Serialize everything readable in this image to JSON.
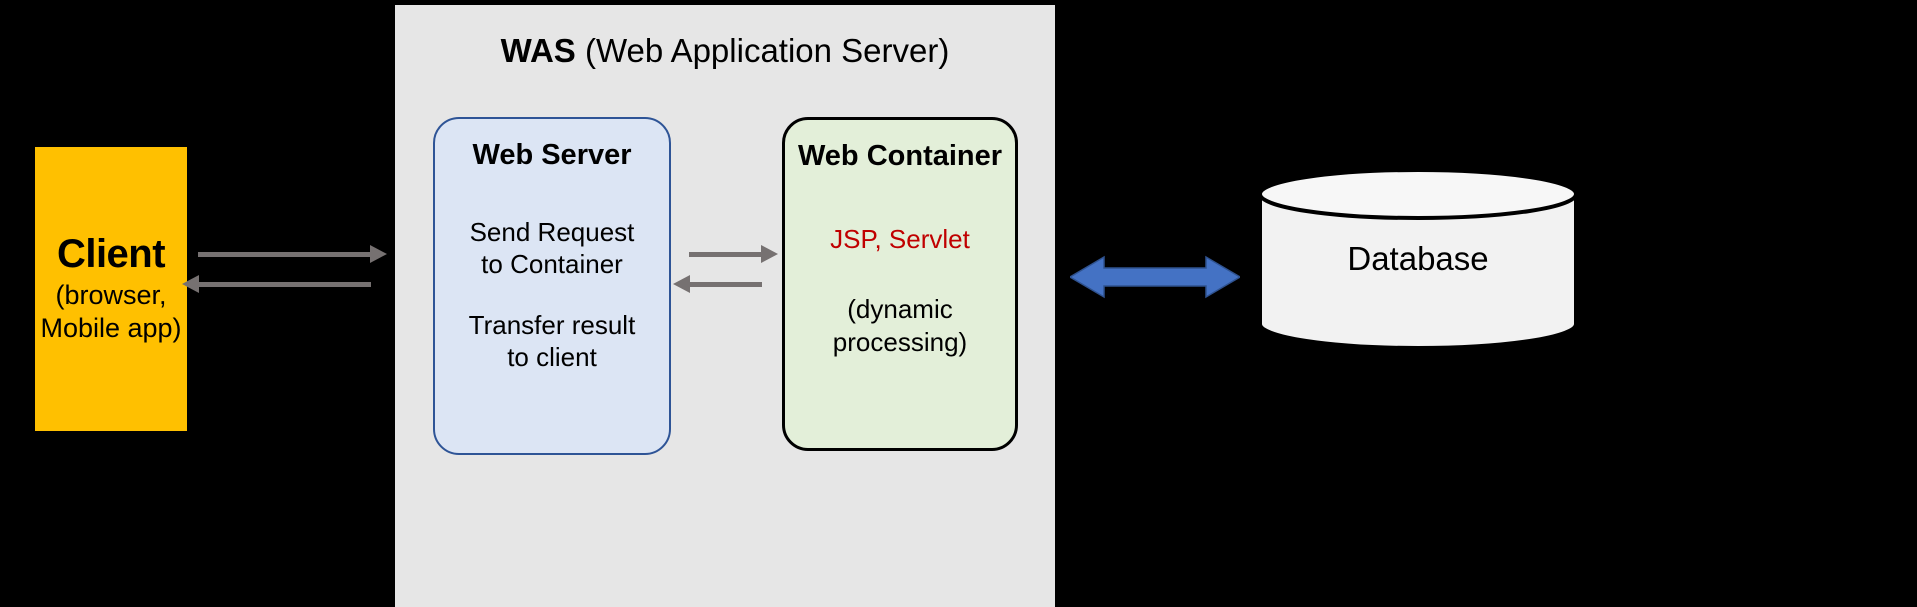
{
  "diagram": {
    "background_color": "#000000",
    "client": {
      "title": "Client",
      "subtitle_line1": "(browser,",
      "subtitle_line2": "Mobile app)",
      "fill_color": "#FFC000"
    },
    "was": {
      "title_bold": "WAS",
      "title_regular": "(Web Application Server)",
      "fill_color": "#E6E6E6",
      "web_server": {
        "title": "Web Server",
        "line1": "Send Request",
        "line2": "to Container",
        "line3": "Transfer result",
        "line4": "to client",
        "fill_color": "#DCE5F4",
        "border_color": "#2E5496"
      },
      "web_container": {
        "title": "Web Container",
        "line1": "JSP, Servlet",
        "line1_color": "#C00000",
        "line2": "(dynamic",
        "line3": "processing)",
        "fill_color": "#E3EFD9",
        "border_color": "#000000"
      }
    },
    "database": {
      "label": "Database",
      "fill_color": "#F2F2F2",
      "border_color": "#000000"
    },
    "connectors": {
      "client_to_was_forward": "arrow-right-icon",
      "client_to_was_back": "arrow-left-icon",
      "server_to_container_forward": "arrow-right-icon",
      "server_to_container_back": "arrow-left-icon",
      "was_to_database": "double-arrow-icon",
      "gray_color": "#767171",
      "blue_color": "#4472C4"
    }
  }
}
